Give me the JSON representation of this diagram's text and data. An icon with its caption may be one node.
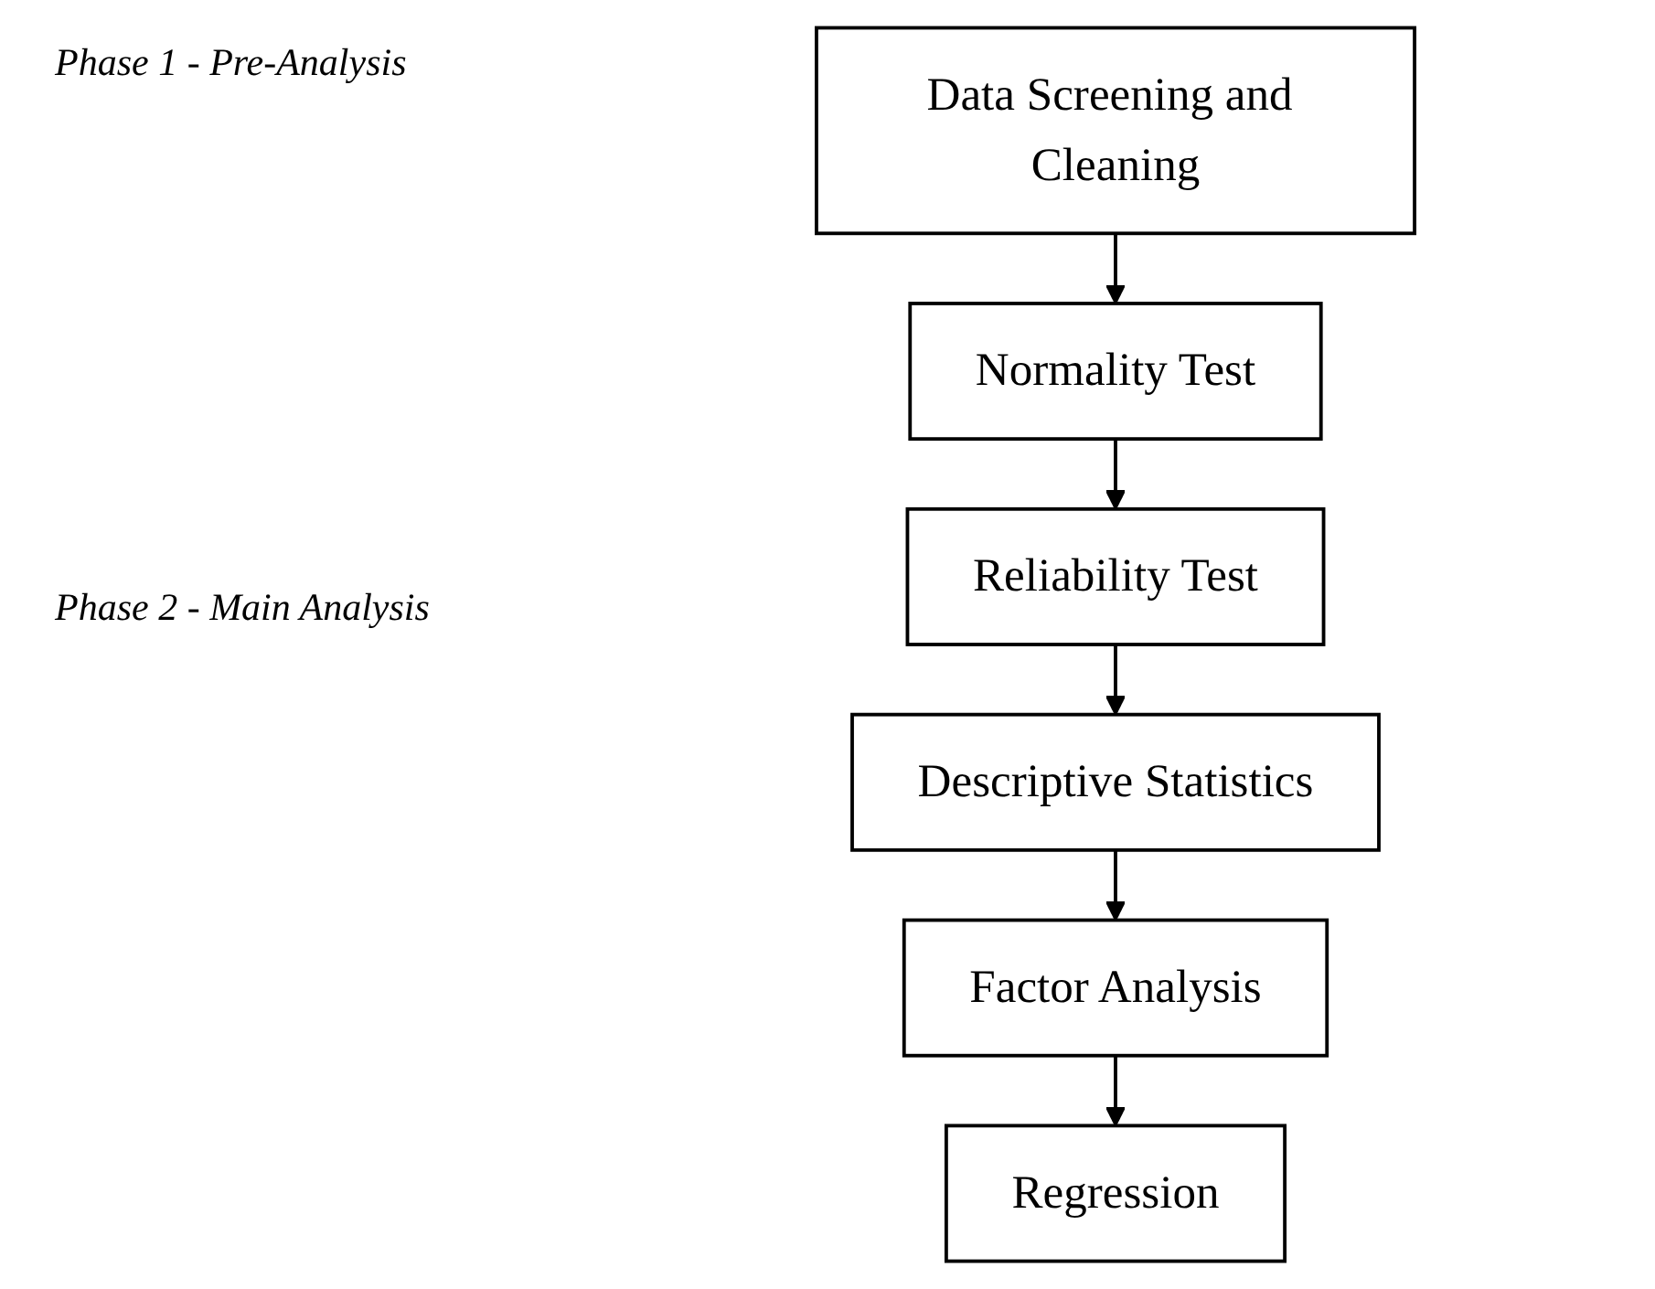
{
  "diagram": {
    "nodes": [
      {
        "text": [
          "Data Screening and Cleaning"
        ]
      },
      {
        "text": [
          "Normality Test"
        ]
      },
      {
        "text": [
          "Reliability Test"
        ]
      },
      {
        "text": [
          "Descriptive Statistics"
        ]
      },
      {
        "text": [
          "Factor Analysis"
        ]
      },
      {
        "text": [
          "Regression"
        ]
      }
    ],
    "edges": [
      {
        "from": 0,
        "to": 1,
        "arrow": "to"
      },
      {
        "from": 1,
        "to": 2,
        "arrow": "to"
      },
      {
        "from": 2,
        "to": 3,
        "arrow": "to"
      },
      {
        "from": 3,
        "to": 4,
        "arrow": "to"
      },
      {
        "from": 4,
        "to": 5,
        "arrow": "to"
      }
    ],
    "labels": [
      "Phase 1 - Pre-Analysis",
      "Phase 2 - Main Analysis"
    ]
  }
}
